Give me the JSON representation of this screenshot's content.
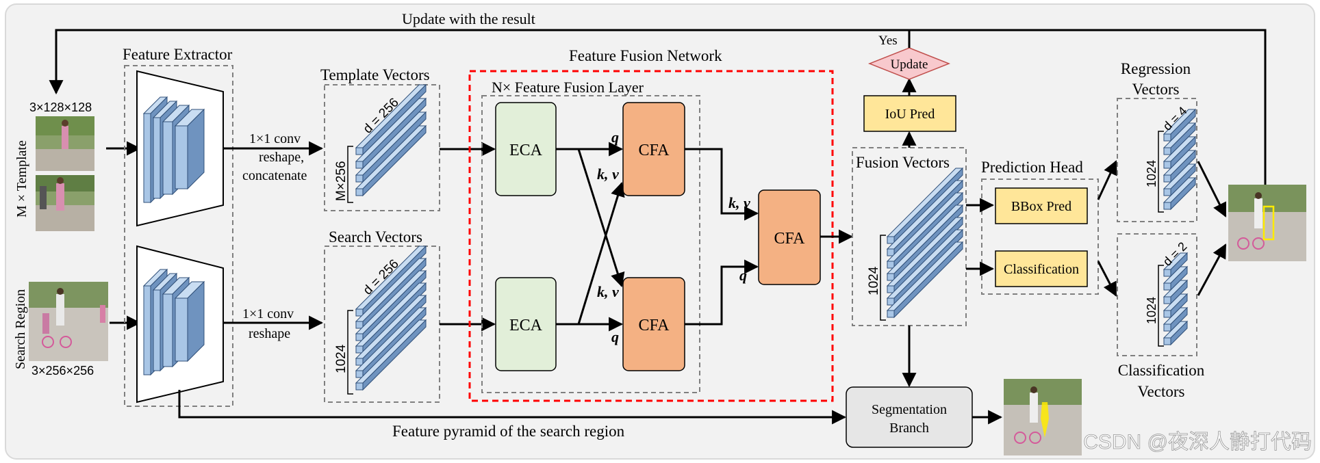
{
  "top_feedback_label": "Update with the result",
  "template": {
    "size_label": "3×128×128",
    "side_label": "M × Template"
  },
  "search": {
    "side_label": "Search Region",
    "size_label": "3×256×256"
  },
  "feature_extractor": {
    "title": "Feature Extractor"
  },
  "template_conv": {
    "line1": "1×1 conv",
    "line2": "reshape,",
    "line3": "concatenate"
  },
  "search_conv": {
    "line1": "1×1 conv",
    "line2": "reshape"
  },
  "template_vectors": {
    "title": "Template Vectors",
    "d_label": "d = 256",
    "n_label": "M×256"
  },
  "search_vectors": {
    "title": "Search Vectors",
    "d_label": "d = 256",
    "n_label": "1024"
  },
  "fusion_network": {
    "title": "Feature Fusion Network",
    "layer_title": "N× Feature Fusion Layer",
    "eca_top": "ECA",
    "eca_bottom": "ECA",
    "cfa_top": "CFA",
    "cfa_bottom": "CFA",
    "q_top": "q",
    "kv_top": "k, v",
    "kv_bottom": "k, v",
    "q_bottom": "q"
  },
  "final_cfa": {
    "label": "CFA",
    "kv": "k, v",
    "q": "q"
  },
  "fusion_vectors": {
    "title": "Fusion Vectors",
    "n_label": "1024"
  },
  "iou": {
    "pred_label": "IoU Pred",
    "update_label": "Update",
    "yes_label": "Yes"
  },
  "prediction_head": {
    "title": "Prediction Head",
    "bbox_label": "BBox Pred",
    "cls_label": "Classification"
  },
  "regression_vectors": {
    "title1": "Regression",
    "title2": "Vectors",
    "d_label": "d = 4",
    "n_label": "1024"
  },
  "classification_vectors": {
    "title1": "Classification",
    "title2": "Vectors",
    "d_label": "d = 2",
    "n_label": "1024"
  },
  "segmentation": {
    "line1": "Segmentation",
    "line2": "Branch"
  },
  "pyramid_label": "Feature pyramid of the search region",
  "watermark": "CSDN @夜深人静打代码",
  "colors": {
    "cube_face": "#a9c6e6",
    "cube_top": "#c9ddf2",
    "cube_side": "#6f93bf",
    "cube_stroke": "#2f4f78",
    "eca_fill": "#e2efd9",
    "cfa_fill": "#f4b183",
    "pred_fill": "#ffe699",
    "update_fill": "#f8c9cd",
    "seg_fill": "#e6e6e6",
    "fusion_border": "#ff0000",
    "dash_border": "#7f7f7f",
    "panel_bg": "#f2f2f2"
  }
}
